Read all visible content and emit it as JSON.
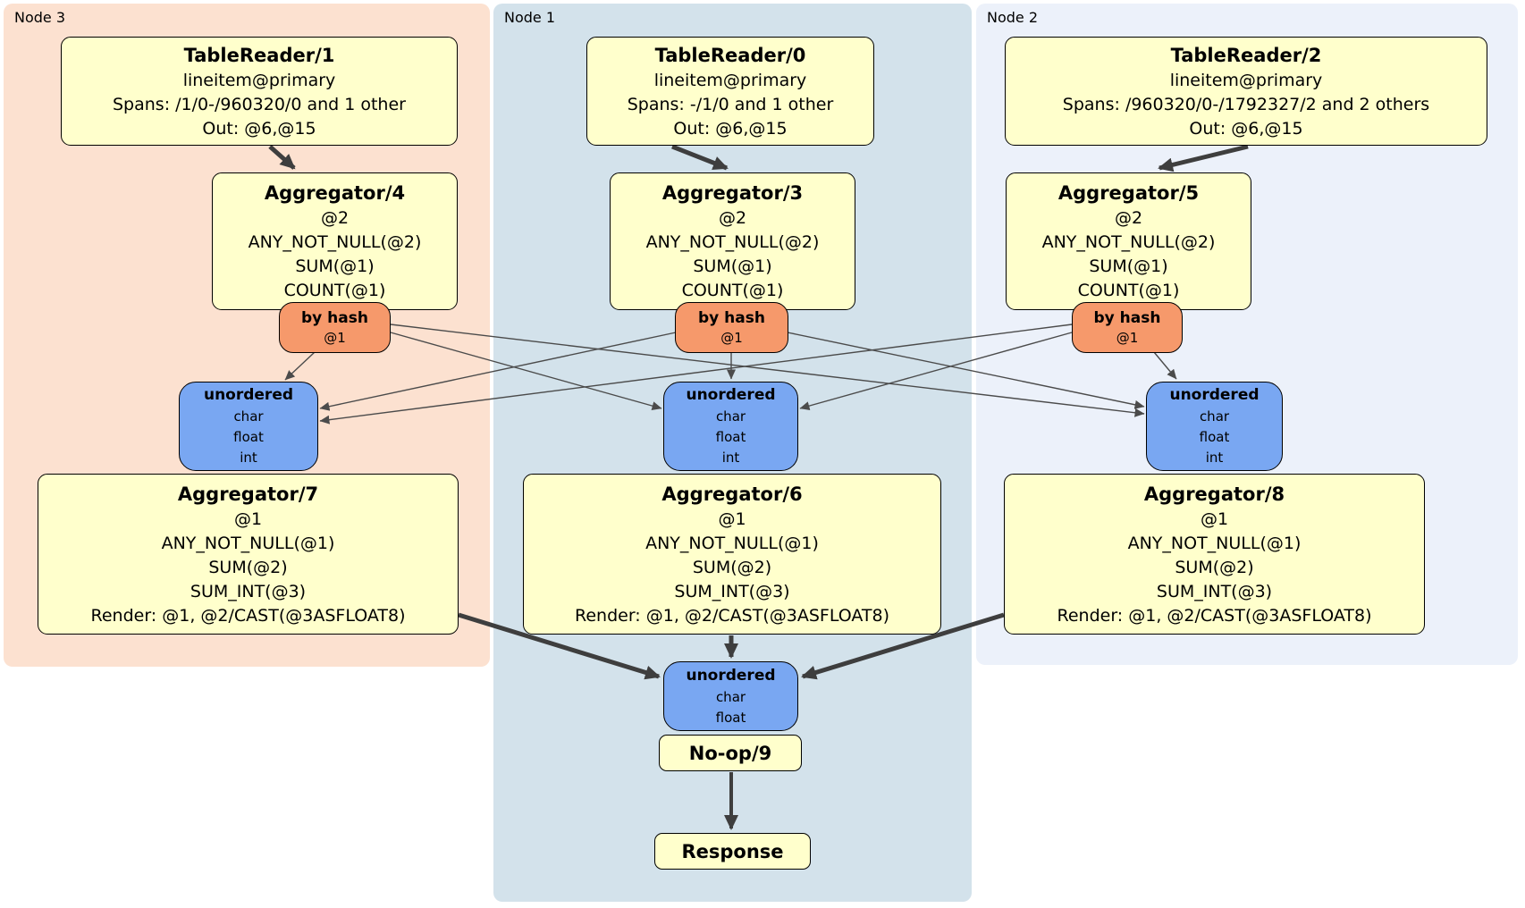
{
  "colors": {
    "node3_bg": "#fce1d0",
    "node1_bg": "#d3e2eb",
    "node2_bg": "#ecf1fa",
    "box_yellow": "#ffffcc",
    "router_orange": "#f6996b",
    "sync_blue": "#79a7f2",
    "edge_thin": "#4b4b4b",
    "edge_thick": "#3e3e3e"
  },
  "panels": {
    "node3": {
      "label": "Node 3"
    },
    "node1": {
      "label": "Node 1"
    },
    "node2": {
      "label": "Node 2"
    }
  },
  "boxes": {
    "tr1": {
      "title": "TableReader/1",
      "lines": [
        "lineitem@primary",
        "Spans: /1/0-/960320/0 and 1 other",
        "Out: @6,@15"
      ]
    },
    "tr0": {
      "title": "TableReader/0",
      "lines": [
        "lineitem@primary",
        "Spans: -/1/0 and 1 other",
        "Out: @6,@15"
      ]
    },
    "tr2": {
      "title": "TableReader/2",
      "lines": [
        "lineitem@primary",
        "Spans: /960320/0-/1792327/2 and 2 others",
        "Out: @6,@15"
      ]
    },
    "agg4": {
      "title": "Aggregator/4",
      "lines": [
        "@2",
        "ANY_NOT_NULL(@2)",
        "SUM(@1)",
        "COUNT(@1)"
      ]
    },
    "agg3": {
      "title": "Aggregator/3",
      "lines": [
        "@2",
        "ANY_NOT_NULL(@2)",
        "SUM(@1)",
        "COUNT(@1)"
      ]
    },
    "agg5": {
      "title": "Aggregator/5",
      "lines": [
        "@2",
        "ANY_NOT_NULL(@2)",
        "SUM(@1)",
        "COUNT(@1)"
      ]
    },
    "agg7": {
      "title": "Aggregator/7",
      "lines": [
        "@1",
        "ANY_NOT_NULL(@1)",
        "SUM(@2)",
        "SUM_INT(@3)",
        "Render: @1, @2/CAST(@3ASFLOAT8)"
      ]
    },
    "agg6": {
      "title": "Aggregator/6",
      "lines": [
        "@1",
        "ANY_NOT_NULL(@1)",
        "SUM(@2)",
        "SUM_INT(@3)",
        "Render: @1, @2/CAST(@3ASFLOAT8)"
      ]
    },
    "agg8": {
      "title": "Aggregator/8",
      "lines": [
        "@1",
        "ANY_NOT_NULL(@1)",
        "SUM(@2)",
        "SUM_INT(@3)",
        "Render: @1, @2/CAST(@3ASFLOAT8)"
      ]
    },
    "noop": {
      "title": "No-op/9"
    },
    "response": {
      "title": "Response"
    }
  },
  "routers": {
    "hash4": {
      "title": "by hash",
      "key": "@1"
    },
    "hash3": {
      "title": "by hash",
      "key": "@1"
    },
    "hash5": {
      "title": "by hash",
      "key": "@1"
    }
  },
  "syncs": {
    "sync7": {
      "title": "unordered",
      "items": [
        "char",
        "float",
        "int"
      ]
    },
    "sync6": {
      "title": "unordered",
      "items": [
        "char",
        "float",
        "int"
      ]
    },
    "sync8": {
      "title": "unordered",
      "items": [
        "char",
        "float",
        "int"
      ]
    },
    "sync9": {
      "title": "unordered",
      "items": [
        "char",
        "float"
      ]
    }
  }
}
